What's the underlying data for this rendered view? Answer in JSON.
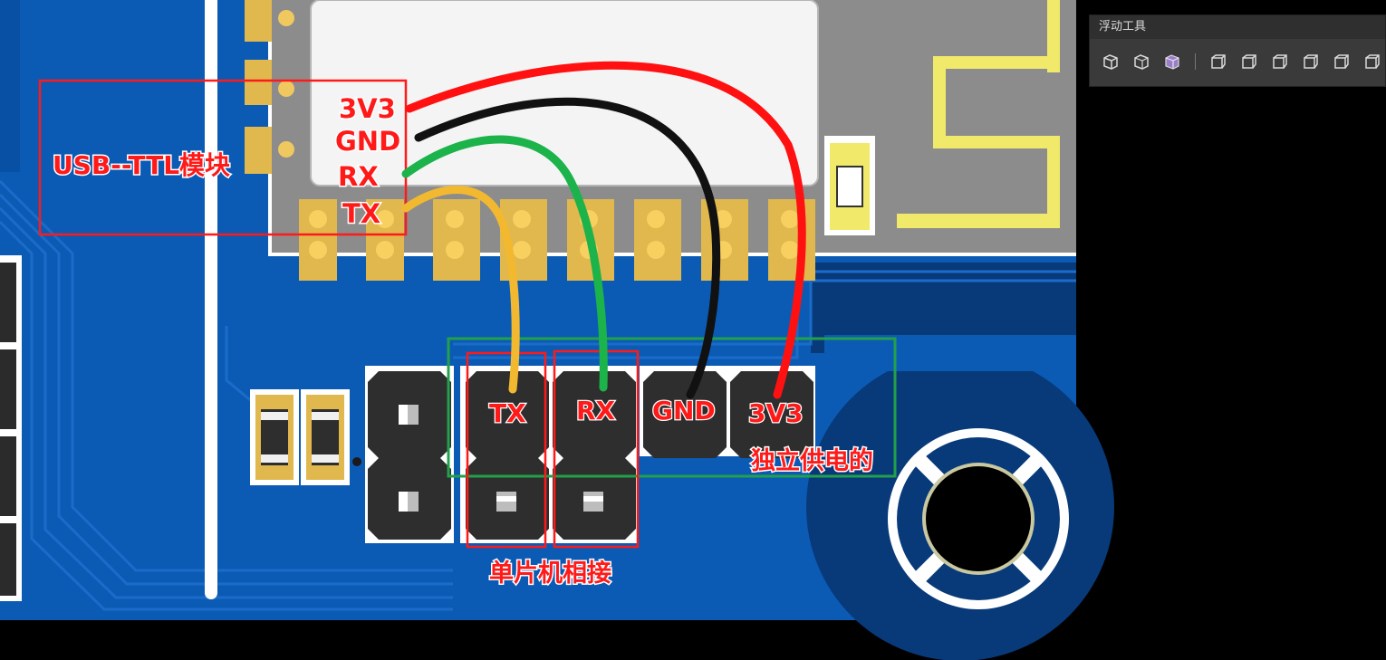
{
  "annotations": {
    "usb_ttl_module": "USB--TTL模块",
    "pin_3v3": "3V3",
    "pin_gnd": "GND",
    "pin_rx": "RX",
    "pin_tx": "TX",
    "header_tx": "TX",
    "header_rx": "RX",
    "header_gnd": "GND",
    "header_3v3": "3V3",
    "independent_power": "独立供电的",
    "mcu_connect": "单片机相接"
  },
  "floating_toolbar": {
    "title": "浮动工具",
    "tools": [
      {
        "name": "view-cube-solid-icon",
        "color": "#d8d8d8"
      },
      {
        "name": "view-cube-wire-icon",
        "color": "#d8d8d8"
      },
      {
        "name": "view-cube-shaded-icon",
        "color": "#9a7fc7"
      },
      {
        "name": "separator"
      },
      {
        "name": "view-front-icon",
        "color": "#d8d8d8"
      },
      {
        "name": "view-back-icon",
        "color": "#d8d8d8"
      },
      {
        "name": "view-left-icon",
        "color": "#d8d8d8"
      },
      {
        "name": "view-right-icon",
        "color": "#d8d8d8"
      },
      {
        "name": "view-top-icon",
        "color": "#d8d8d8"
      },
      {
        "name": "view-bottom-icon",
        "color": "#d8d8d8"
      }
    ]
  },
  "colors": {
    "pcb_blue": "#0b5bb5",
    "pcb_dark": "#083a7a",
    "annotation_red": "#ff1a1a",
    "box_green": "#22a04a",
    "wire_red": "#ff1111",
    "wire_black": "#111111",
    "wire_green": "#1bb34a",
    "wire_yellow": "#f2b830",
    "pad_gold": "#e0b84e"
  }
}
